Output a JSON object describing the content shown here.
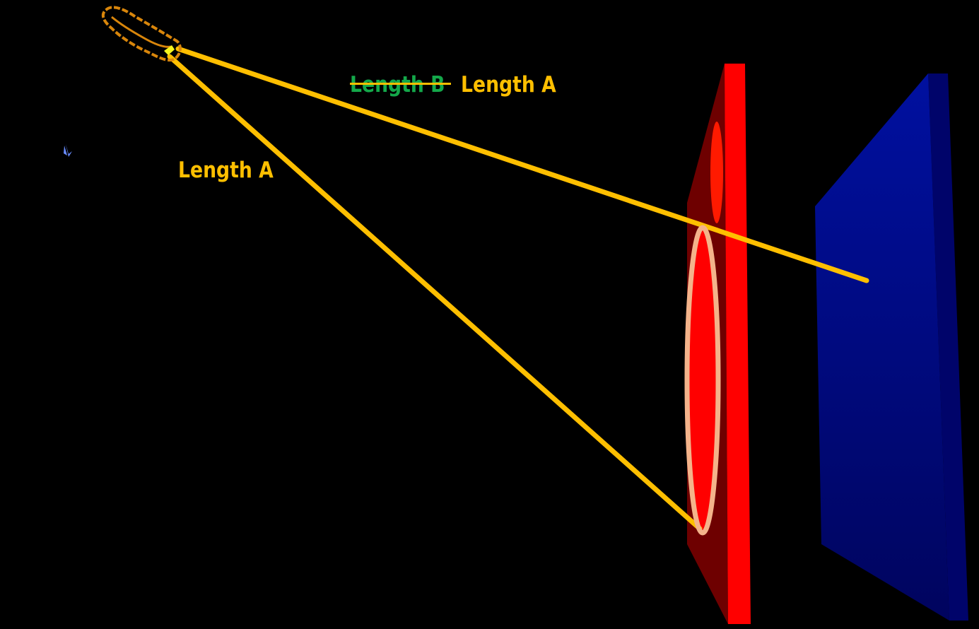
{
  "labels": {
    "length_b": "Length B",
    "length_a_top": "Length A",
    "length_a_left": "Length A"
  },
  "colors": {
    "background": "#000000",
    "beam": "#ffbf00",
    "length_b_text": "#14a84a",
    "strike": "#ffbf00",
    "source_outline": "#d9860b",
    "source_core": "#f5f51e",
    "aperture_front": "#ff0000",
    "aperture_side": "#6e0000",
    "ring": "#f4b38a",
    "screen_front": "#000a8a",
    "screen_side": "#00046a",
    "pointer": "#6a8cff"
  },
  "icons": {
    "source": "light-source-icon",
    "pointer": "pointer-icon"
  }
}
